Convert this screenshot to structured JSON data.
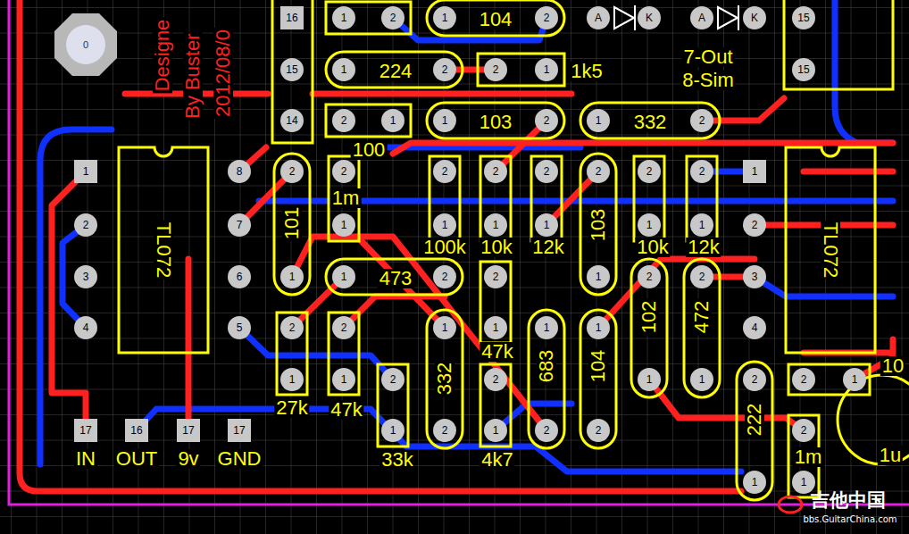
{
  "diagram": {
    "labels": [
      "0",
      "Designe",
      "By Buster",
      "2012/08/0",
      "16",
      "1",
      "2",
      "1",
      "104",
      "2",
      "A",
      "K",
      "A",
      "K",
      "15",
      "15",
      "1",
      "224",
      "2",
      "2",
      "1",
      "1k5",
      "7-Out",
      "8-Sim",
      "15",
      "14",
      "2",
      "1",
      "1",
      "103",
      "2",
      "1",
      "332",
      "2",
      "100",
      "1",
      "TL072",
      "8",
      "2",
      "101",
      "2",
      "1m",
      "2",
      "2",
      "2",
      "2",
      "103",
      "2",
      "2",
      "1",
      "TL072",
      "2",
      "7",
      "1",
      "1",
      "1",
      "1",
      "1",
      "1",
      "2",
      "100k",
      "10k",
      "12k",
      "10k",
      "12k",
      "3",
      "6",
      "1",
      "1",
      "473",
      "2",
      "2",
      "1",
      "2",
      "2",
      "3",
      "102",
      "472",
      "4",
      "5",
      "2",
      "2",
      "1",
      "1",
      "1",
      "1",
      "4",
      "47k",
      "332",
      "683",
      "104",
      "1",
      "1",
      "2",
      "2",
      "1",
      "1",
      "2",
      "2",
      "1",
      "10",
      "27k",
      "47k",
      "222",
      "17",
      "16",
      "17",
      "17",
      "1",
      "2",
      "1",
      "2",
      "2",
      "2",
      "1m",
      "1u",
      "IN",
      "OUT",
      "9v",
      "GND",
      "33k",
      "4k7",
      "1",
      "1",
      "吉他中国",
      "bbs.GuitarChina.com"
    ]
  }
}
